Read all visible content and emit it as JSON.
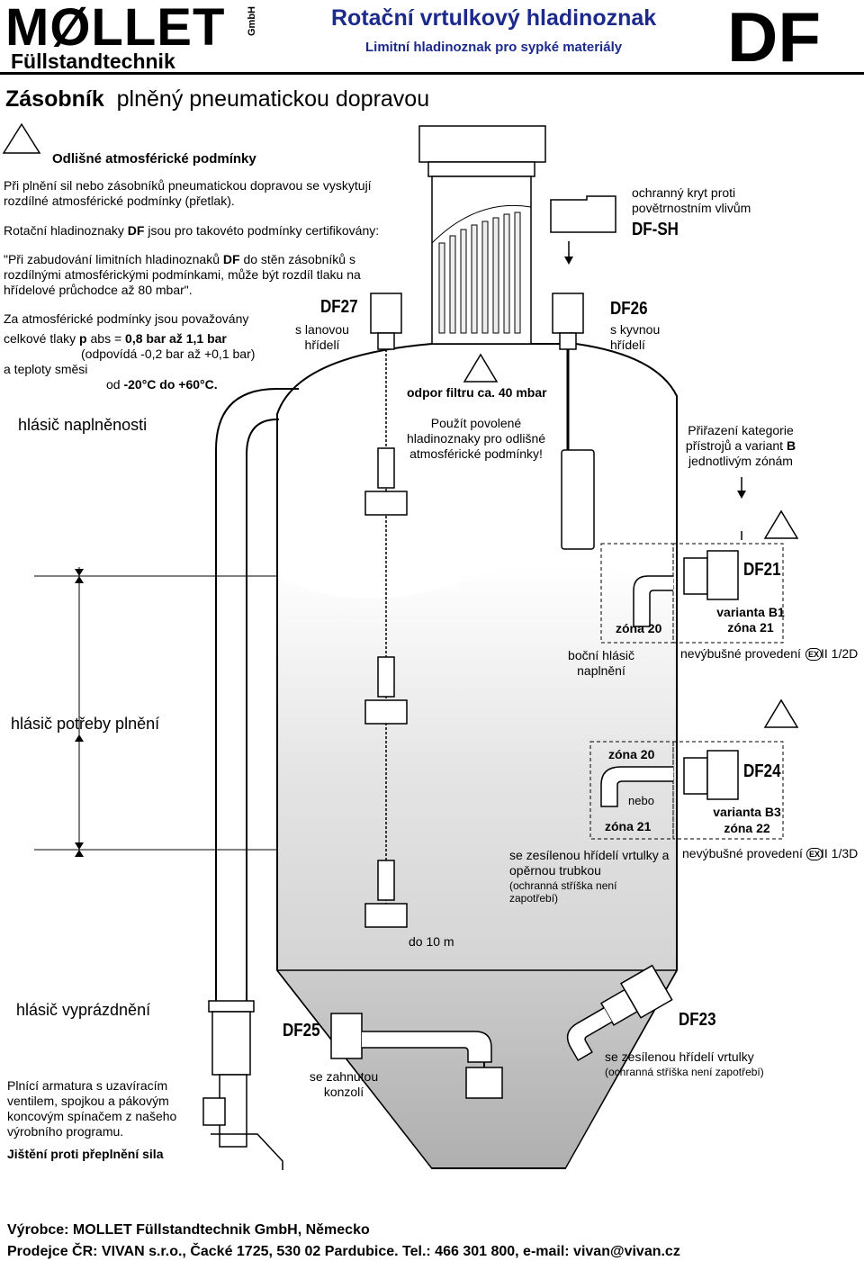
{
  "header": {
    "logo_main": "MØLLET",
    "logo_sub": "Füllstandtechnik",
    "logo_gmbh": "GmbH",
    "title": "Rotační vrtulkový hladinoznak",
    "subtitle": "Limitní hladinoznak pro sypké materiály",
    "product_code": "DF"
  },
  "section": {
    "title_bold": "Zásobník",
    "title_rest": "plněný pneumatickou dopravou"
  },
  "left": {
    "ex_heading": "Odlišné atmosférické podmínky",
    "para1": "Při plnění sil nebo zásobníků pneumatickou dopravou se vyskytují rozdílné atmosférické podmínky (přetlak).",
    "para2_pre": "Rotační hladinoznaky ",
    "para2_bold": "DF",
    "para2_post": " jsou pro takovéto podmínky certifikovány:",
    "quote_pre": "\"Při zabudování limitních hladinoznaků ",
    "quote_bold": "DF",
    "quote_post": " do stěn zásobníků s rozdílnými atmosférickými podmínkami, může být rozdíl tlaku na hřídelové průchodce  až 80 mbar\".",
    "cond_intro": "Za atmosférické podmínky jsou považovány",
    "pressure_pre": "celkové tlaky  ",
    "pressure_p": "p",
    "pressure_mid": " abs = ",
    "pressure_val": "0,8 bar až 1,1 bar",
    "pressure_equiv": "(odpovídá -0,2 bar až +0,1 bar)",
    "temp_intro": "a teploty směsi",
    "temp_pre": "od ",
    "temp_val": "-20°C do +60°C."
  },
  "labels": {
    "full_sensor": "hlásič naplněnosti",
    "demand_sensor": "hlásič potřeby plnění",
    "empty_sensor": "hlásič vyprázdnění",
    "rope_shaft": "s lanovou hřídelí",
    "swing_shaft": "s kyvnou hřídelí",
    "filter_resistance": "odpor filtru ca. 40 mbar",
    "use_approved": "Použít povolené hladinoznaky pro odlišné atmosférické podmínky!",
    "weather_cover": "ochranný kryt proti povětrnostním vlivům",
    "assignment": "Přiřazení kategorie přístrojů a variant ",
    "assignment_b": "B",
    "assignment_post": " jednotlivým zónám",
    "zone20_a": "zóna 20",
    "variant_b1": "varianta B1",
    "zone21_a": "zóna 21",
    "side_sensor": "boční hlásič naplnění",
    "non_explosive_1": "nevýbušné provedení",
    "category_1": "II 1/2D",
    "zone20_b": "zóna 20",
    "or": "nebo",
    "zone21_b": "zóna 21",
    "variant_b3": "varianta B3",
    "zone22": "zóna 22",
    "non_explosive_2": "nevýbušné provedení",
    "category_2": "II 1/3D",
    "reinforced_support": "se zesílenou hřídelí vrtulky a opěrnou trubkou",
    "cover_not_needed_1": "(ochranná stříška není zapotřebí)",
    "up_to": "do 10 m",
    "bent_console": "se zahnutou konzolí",
    "reinforced": "se zesílenou hřídelí vrtulky",
    "cover_not_needed_2": "(ochranná stříška není zapotřebí)",
    "filling_fitting": "Plnící armatura s uzavíracím ventilem, spojkou a pákovým koncovým spínačem z našeho výrobního programu.",
    "overfill_protection": "Jištění proti přeplnění sila",
    "ex": "EX"
  },
  "models": {
    "df27": "DF27",
    "df26": "DF26",
    "dfsh": "DF-SH",
    "df21": "DF21",
    "df24": "DF24",
    "df25": "DF25",
    "df23": "DF23"
  },
  "footer": {
    "manufacturer": "Výrobce: MOLLET Füllstandtechnik GmbH, Německo",
    "distributor": "Prodejce ČR: VIVAN s.r.o., Čacké 1725, 530 02 Pardubice. Tel.: 466 301 800, e-mail: vivan@vivan.cz"
  }
}
